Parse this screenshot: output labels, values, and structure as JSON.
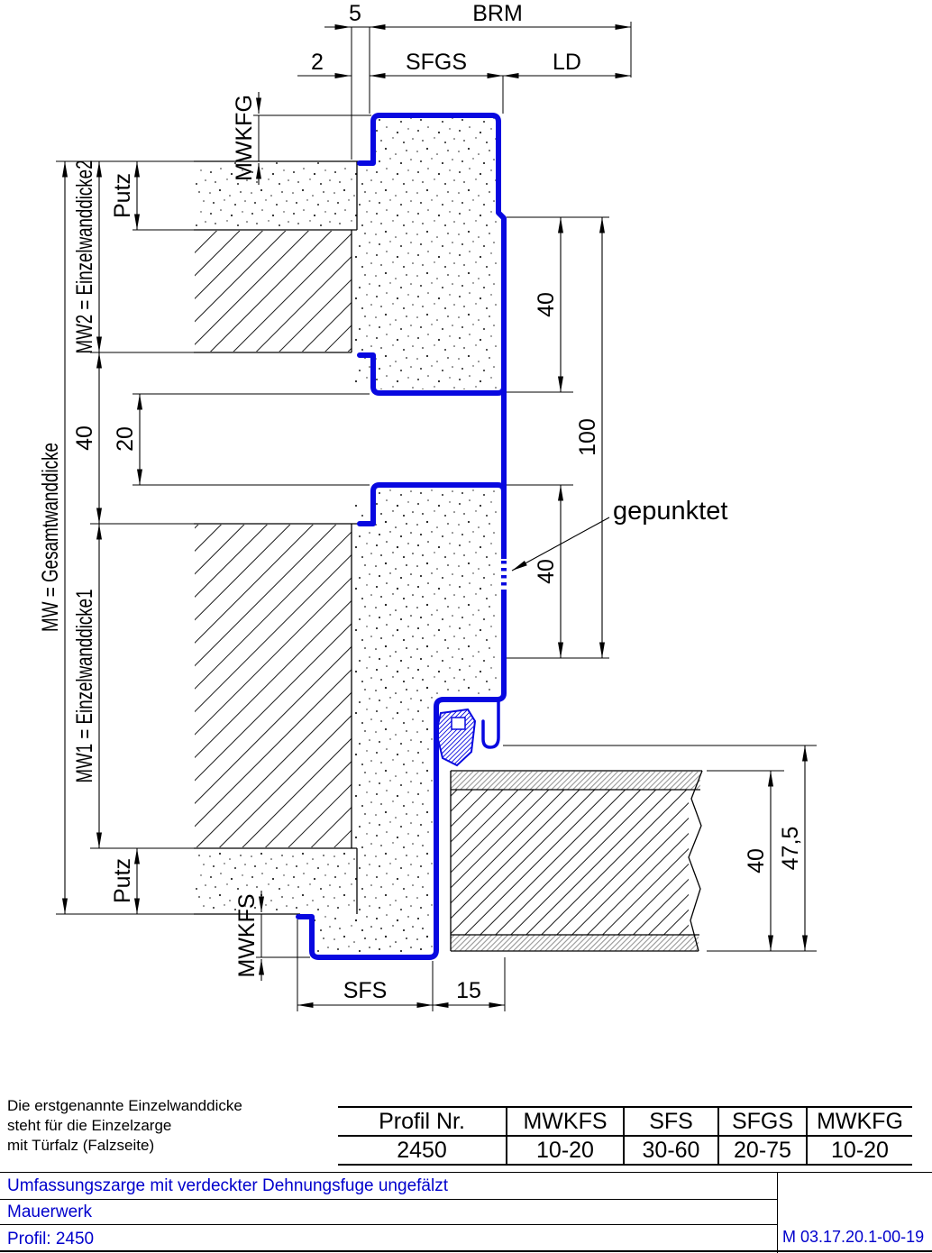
{
  "colors": {
    "profile_blue": "#0808e0",
    "titleblock_blue": "#0000cc"
  },
  "drawing": {
    "dim_labels": {
      "top_5": "5",
      "top_brm": "BRM",
      "top_2": "2",
      "top_sfgs": "SFGS",
      "top_ld": "LD",
      "left_mwkfg": "MWKFG",
      "left_putz_top": "Putz",
      "left_mw2": "MW2 = Einzelwanddicke2",
      "left_mw": "MW = Gesamtwanddicke",
      "left_40": "40",
      "left_20": "20",
      "left_mw1": "MW1 = Einzelwanddicke1",
      "left_putz_bottom": "Putz",
      "left_mwkfs": "MWKFS",
      "right_40_upper": "40",
      "right_100": "100",
      "right_40_lower": "40",
      "note_gepunktet": "gepunktet",
      "door_40": "40",
      "door_47_5": "47,5",
      "bottom_sfs": "SFS",
      "bottom_15": "15"
    }
  },
  "footnote": {
    "line1": "Die erstgenannte Einzelwanddicke",
    "line2": "steht für die Einzelzarge",
    "line3": "mit Türfalz (Falzseite)"
  },
  "table": {
    "headers": [
      "Profil Nr.",
      "MWKFS",
      "SFS",
      "SFGS",
      "MWKFG"
    ],
    "row": [
      "2450",
      "10-20",
      "30-60",
      "20-75",
      "10-20"
    ]
  },
  "titleblock": {
    "description": "Umfassungszarge mit verdeckter Dehnungsfuge ungefälzt",
    "wall_type": "Mauerwerk",
    "profile": "Profil: 2450",
    "doc_number": "M 03.17.20.1-00-19"
  }
}
